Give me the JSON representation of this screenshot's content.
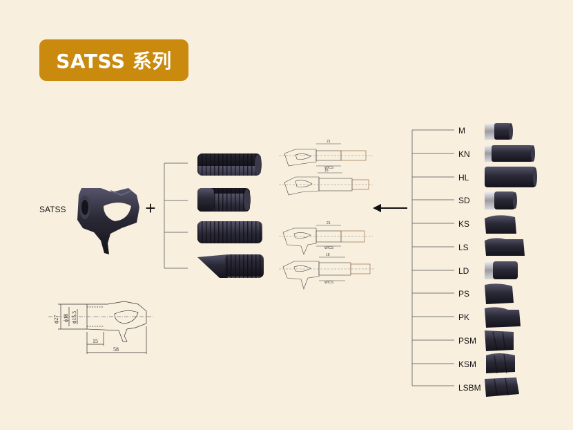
{
  "title": "SATSS 系列",
  "product": {
    "label": "SATSS",
    "plus": "+"
  },
  "drawing_dims": {
    "outer_dia": "ϕ27",
    "mid_dia": "ϕ18",
    "inner_dia": "ϕ15.5",
    "length_short": "15",
    "length_total": "58"
  },
  "mini_drawings": [
    {
      "top": "21",
      "bottom": "W/CS"
    },
    {
      "top": "18",
      "bottom": ""
    },
    {
      "top": "21",
      "bottom": "W/CS"
    },
    {
      "top": "18",
      "bottom": "W/CS"
    }
  ],
  "arrow": "←",
  "models": [
    {
      "code": "M"
    },
    {
      "code": "KN"
    },
    {
      "code": "HL"
    },
    {
      "code": "SD"
    },
    {
      "code": "KS"
    },
    {
      "code": "LS"
    },
    {
      "code": "LD"
    },
    {
      "code": "PS"
    },
    {
      "code": "PK"
    },
    {
      "code": "PSM"
    },
    {
      "code": "KSM"
    },
    {
      "code": "LSBM"
    }
  ],
  "colors": {
    "background": "#f8efdf",
    "title_badge": "#c98a0e",
    "part_dark": "#2b2a36",
    "chrome": "#b9b9bd"
  }
}
